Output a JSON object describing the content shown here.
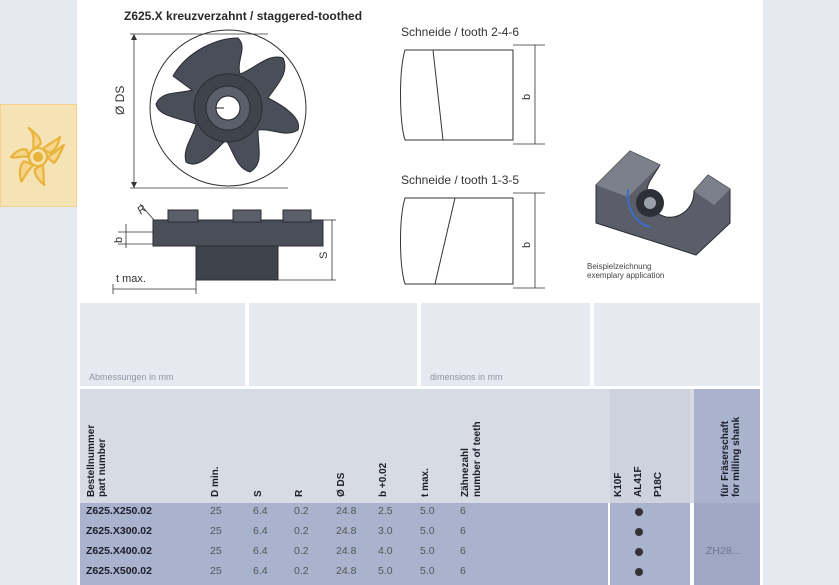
{
  "header": {
    "title": "Z625.X kreuzverzahnt / staggered-toothed"
  },
  "drawing": {
    "tooth_top_label": "Schneide / tooth 2-4-6",
    "tooth_bottom_label": "Schneide / tooth 1-3-5",
    "dim_DS": "Ø DS",
    "dim_b": "b",
    "dim_R": "R",
    "dim_S": "S",
    "dim_tmax": "t max.",
    "example_de": "Beispielzeichnung",
    "example_en": "exemplary application"
  },
  "notes": {
    "dimensions_de": "Abmessungen in mm",
    "dimensions_en": "dimensions in mm"
  },
  "table": {
    "headers": {
      "part_number_de": "Bestellnummer",
      "part_number_en": "part number",
      "d_min": "D min.",
      "s": "S",
      "r": "R",
      "ds": "Ø DS",
      "b": "b +0.02",
      "t_max": "t max.",
      "teeth_de": "Zähnezahl",
      "teeth_en": "number of teeth",
      "grade1": "K10F",
      "grade2": "AL41F",
      "grade3": "P18C",
      "shank_de": "für Fräserschaft",
      "shank_en": "for milling shank"
    },
    "rows": [
      {
        "part": "Z625.X250.02",
        "d": "25",
        "s": "6.4",
        "r": "0.2",
        "ds": "24.8",
        "b": "2.5",
        "t": "5.0",
        "z": "6"
      },
      {
        "part": "Z625.X300.02",
        "d": "25",
        "s": "6.4",
        "r": "0.2",
        "ds": "24.8",
        "b": "3.0",
        "t": "5.0",
        "z": "6"
      },
      {
        "part": "Z625.X400.02",
        "d": "25",
        "s": "6.4",
        "r": "0.2",
        "ds": "24.8",
        "b": "4.0",
        "t": "5.0",
        "z": "6"
      },
      {
        "part": "Z625.X500.02",
        "d": "25",
        "s": "6.4",
        "r": "0.2",
        "ds": "24.8",
        "b": "5.0",
        "t": "5.0",
        "z": "6"
      }
    ],
    "shank": "ZH28..."
  },
  "colors": {
    "panel": "#e6e9ef",
    "accent_tile": "#f6e3b5",
    "icon": "#e8b43c",
    "table_band": "#a9b3cd",
    "table_header": "#d7dbe4"
  }
}
